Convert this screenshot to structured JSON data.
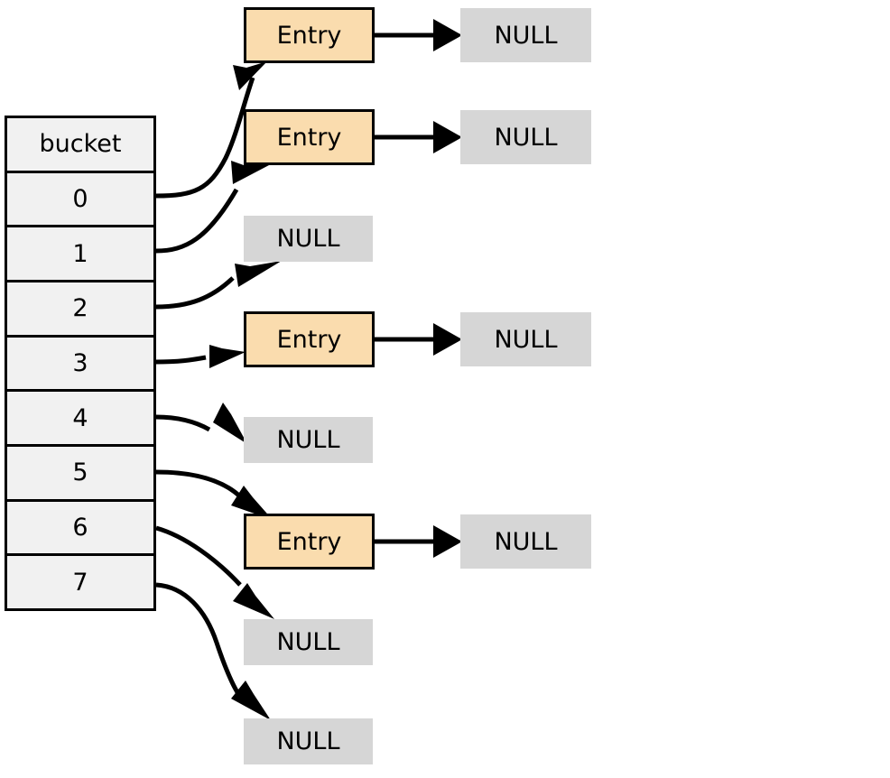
{
  "diagram": {
    "title": "hash-table-bucket-array-with-chained-entries",
    "colors": {
      "entry_fill": "#fadcae",
      "entry_border": "#000000",
      "null_fill": "#d6d6d6",
      "table_fill": "#f1f1f1",
      "table_border": "#000000",
      "arrow": "#000000",
      "background": "#ffffff",
      "text": "#000000"
    },
    "bucket_table": {
      "header": "bucket",
      "rows": [
        {
          "index_label": "0"
        },
        {
          "index_label": "1"
        },
        {
          "index_label": "2"
        },
        {
          "index_label": "3"
        },
        {
          "index_label": "4"
        },
        {
          "index_label": "5"
        },
        {
          "index_label": "6"
        },
        {
          "index_label": "7"
        }
      ]
    },
    "chains": [
      {
        "bucket": "0",
        "nodes": [
          {
            "label": "Entry",
            "kind": "entry"
          },
          {
            "label": "NULL",
            "kind": "null"
          }
        ]
      },
      {
        "bucket": "1",
        "nodes": [
          {
            "label": "Entry",
            "kind": "entry"
          },
          {
            "label": "NULL",
            "kind": "null"
          }
        ]
      },
      {
        "bucket": "2",
        "nodes": [
          {
            "label": "NULL",
            "kind": "null"
          }
        ]
      },
      {
        "bucket": "3",
        "nodes": [
          {
            "label": "Entry",
            "kind": "entry"
          },
          {
            "label": "NULL",
            "kind": "null"
          }
        ]
      },
      {
        "bucket": "4",
        "nodes": [
          {
            "label": "NULL",
            "kind": "null"
          }
        ]
      },
      {
        "bucket": "5",
        "nodes": [
          {
            "label": "Entry",
            "kind": "entry"
          },
          {
            "label": "NULL",
            "kind": "null"
          }
        ]
      },
      {
        "bucket": "6",
        "nodes": [
          {
            "label": "NULL",
            "kind": "null"
          }
        ]
      },
      {
        "bucket": "7",
        "nodes": [
          {
            "label": "NULL",
            "kind": "null"
          }
        ]
      }
    ]
  }
}
